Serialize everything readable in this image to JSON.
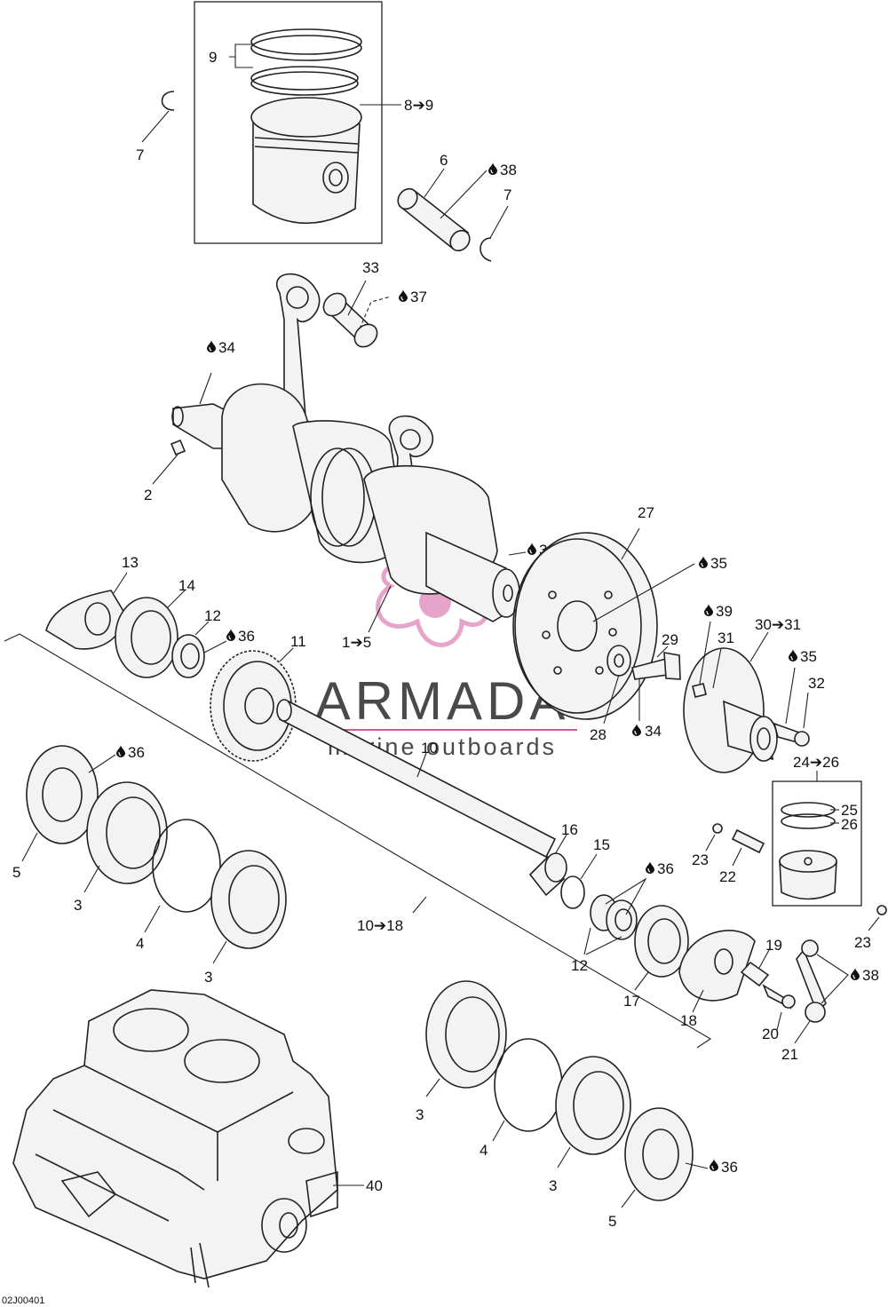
{
  "diagram_code": "02J00401",
  "watermark": {
    "brand": "ARMADA",
    "tagline": "marine outboards",
    "accent_color": "#d25aa0"
  },
  "labels": {
    "l9": "9",
    "l8_9": "8➔9",
    "l7a": "7",
    "l6": "6",
    "l38a": "38",
    "l7b": "7",
    "l33": "33",
    "l37": "37",
    "l34a": "34",
    "l2": "2",
    "l27": "27",
    "l34b": "34",
    "l35a": "35",
    "l13": "13",
    "l14": "14",
    "l12a": "12",
    "l36a": "36",
    "l11": "11",
    "l1_5": "1➔5",
    "l29": "29",
    "l39": "39",
    "l31": "31",
    "l30_31": "30➔31",
    "l35b": "35",
    "l32": "32",
    "l28": "28",
    "l34c": "34",
    "l10a": "10",
    "l36b": "36",
    "l24_26": "24➔26",
    "l25": "25",
    "l26": "26",
    "l5a": "5",
    "l3a": "3",
    "l4a": "4",
    "l3b": "3",
    "l16": "16",
    "l15": "15",
    "l36c": "36",
    "l23a": "23",
    "l22": "22",
    "l23b": "23",
    "l10_18": "10➔18",
    "l12b": "12",
    "l19": "19",
    "l38b": "38",
    "l17": "17",
    "l18": "18",
    "l20": "20",
    "l21": "21",
    "l3c": "3",
    "l4b": "4",
    "l3d": "3",
    "l36d": "36",
    "l5b": "5",
    "l40": "40"
  }
}
